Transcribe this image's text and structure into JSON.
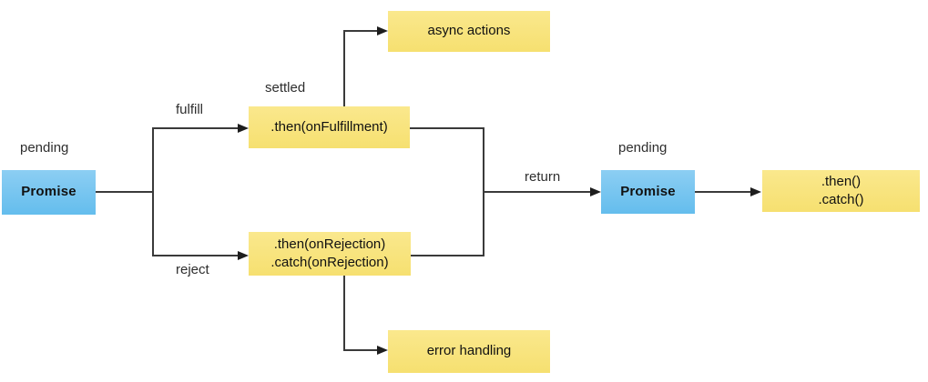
{
  "colors": {
    "promise_node": "#74C5F0",
    "action_node": "#F8E47F",
    "connector": "#3A3A3A",
    "text": "#111111"
  },
  "nodes": {
    "promise_left": {
      "label": "Promise",
      "state": "pending"
    },
    "fulfillment": {
      "label": ".then(onFulfillment)",
      "state": "settled"
    },
    "rejection": {
      "label": ".then(onRejection)\n.catch(onRejection)"
    },
    "async_actions": {
      "label": "async actions"
    },
    "error_handling": {
      "label": "error handling"
    },
    "promise_right": {
      "label": "Promise",
      "state": "pending"
    },
    "then_catch": {
      "label": ".then()\n.catch()"
    }
  },
  "edge_labels": {
    "fulfill": "fulfill",
    "reject": "reject",
    "return": "return"
  }
}
